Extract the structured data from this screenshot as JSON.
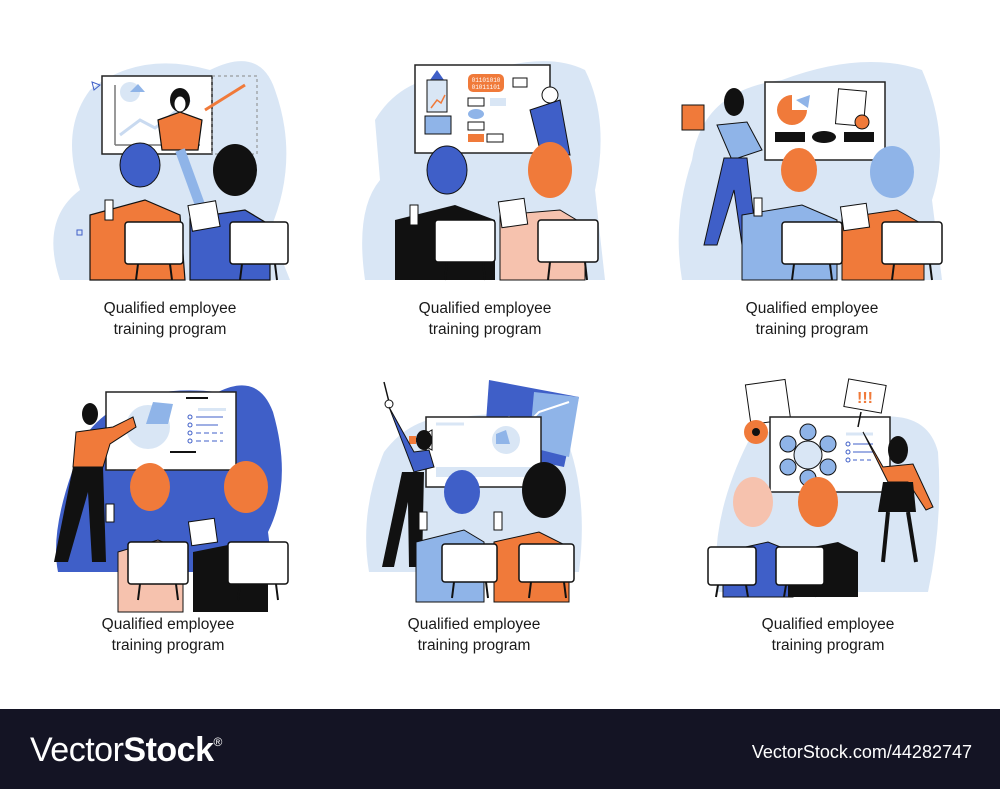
{
  "panels": [
    {
      "caption_line1": "Qualified employee",
      "caption_line2": "training program",
      "scene": "woman-presenting-line-chart"
    },
    {
      "caption_line1": "Qualified employee",
      "caption_line2": "training program",
      "scene": "man-pointing-at-binary-board"
    },
    {
      "caption_line1": "Qualified employee",
      "caption_line2": "training program",
      "scene": "woman-with-book-pie-chart"
    },
    {
      "caption_line1": "Qualified employee",
      "caption_line2": "training program",
      "scene": "man-touching-pie-board"
    },
    {
      "caption_line1": "Qualified employee",
      "caption_line2": "training program",
      "scene": "man-with-megaphone"
    },
    {
      "caption_line1": "Qualified employee",
      "caption_line2": "training program",
      "scene": "woman-holding-alert-sign"
    }
  ],
  "board_text": {
    "binary_line1": "01101010",
    "binary_line2": "01011101",
    "alert_sign": "!!!"
  },
  "footer": {
    "logo_thin": "Vector",
    "logo_bold": "Stock",
    "logo_mark": "®",
    "url": "VectorStock.com/44282747"
  },
  "colors": {
    "orange": "#F07A3A",
    "blue": "#3F5FC8",
    "light_blue": "#8FB4E8",
    "pale_blue": "#D9E6F5",
    "peach": "#F6C2AE",
    "black": "#111111",
    "footer_bg": "#141424"
  }
}
